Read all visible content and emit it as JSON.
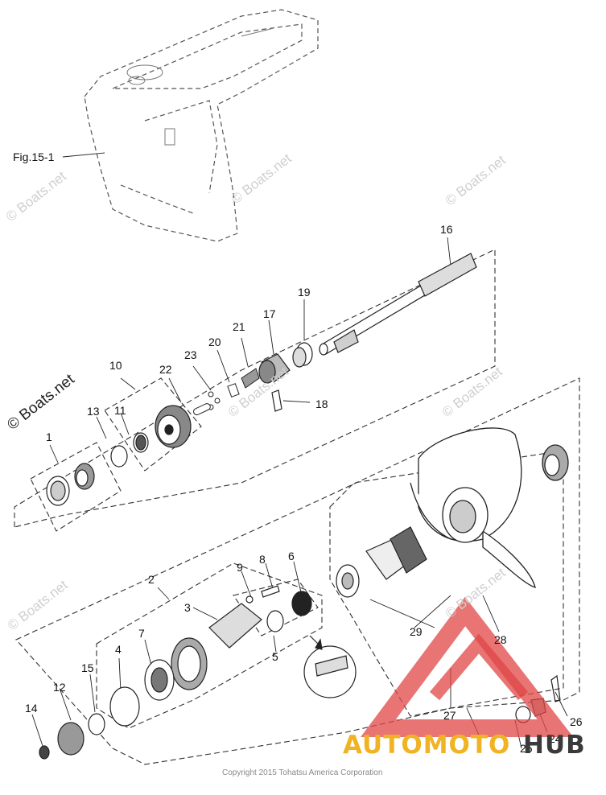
{
  "figure_ref": "Fig.15-1",
  "labels": {
    "l1": "1",
    "l2": "2",
    "l3": "3",
    "l4": "4",
    "l5": "5",
    "l6": "6",
    "l7": "7",
    "l8": "8",
    "l9": "9",
    "l10": "10",
    "l11": "11",
    "l12": "12",
    "l13": "13",
    "l14": "14",
    "l15": "15",
    "l16": "16",
    "l17": "17",
    "l18": "18",
    "l19": "19",
    "l20": "20",
    "l21": "21",
    "l22": "22",
    "l23": "23",
    "l24": "24",
    "l25": "25",
    "l26": "26",
    "l27": "27",
    "l28": "28",
    "l29": "29"
  },
  "watermarks": {
    "main": "© Boats.net",
    "faint": "© Boats.net"
  },
  "copyright": "Copyright 2015 Tohatsu America Corporation",
  "brand": {
    "part1": "AUTOMOTO",
    "part2": "HUB",
    "color_main": "#f0b323",
    "color_hub": "#3a3a3a",
    "logo_color": "#e04545"
  }
}
